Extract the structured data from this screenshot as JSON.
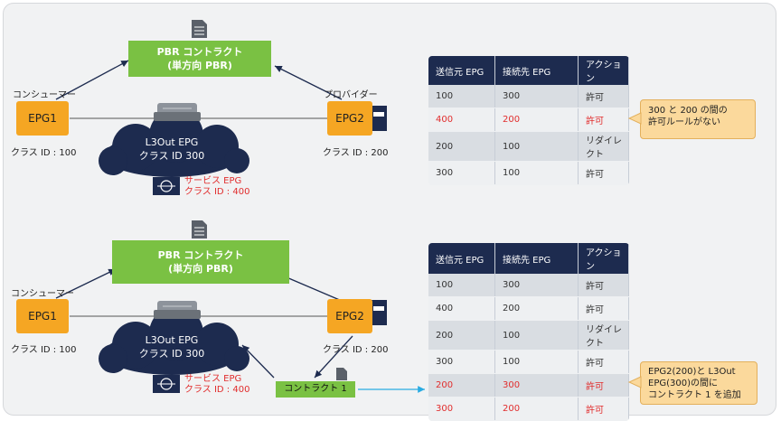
{
  "top": {
    "contract": {
      "line1": "PBR コントラクト",
      "line2": "(単方向 PBR)"
    },
    "consumer_label": "コンシューマー",
    "provider_label": "プロバイダー",
    "epg1": "EPG1",
    "epg2": "EPG2",
    "epg1_class": "クラス ID : 100",
    "epg2_class": "クラス ID : 200",
    "cloud": {
      "line1": "L3Out EPG",
      "line2": "クラス ID 300"
    },
    "service": {
      "line1": "サービス EPG",
      "line2": "クラス ID : 400"
    },
    "table": {
      "headers": [
        "送信元 EPG",
        "接続先 EPG",
        "アクション"
      ],
      "rows": [
        {
          "src": "100",
          "dst": "300",
          "action": "許可",
          "highlight": false
        },
        {
          "src": "400",
          "dst": "200",
          "action": "許可",
          "highlight": true
        },
        {
          "src": "200",
          "dst": "100",
          "action": "リダイレクト",
          "highlight": false
        },
        {
          "src": "300",
          "dst": "100",
          "action": "許可",
          "highlight": false
        }
      ]
    },
    "note": {
      "line1": "300 と 200 の間の",
      "line2": "許可ルールがない"
    }
  },
  "bottom": {
    "contract": {
      "line1": "PBR コントラクト",
      "line2": "(単方向 PBR)"
    },
    "consumer_label": "コンシューマー",
    "epg1": "EPG1",
    "epg2": "EPG2",
    "epg1_class": "クラス ID : 100",
    "epg2_class": "クラス ID : 200",
    "cloud": {
      "line1": "L3Out EPG",
      "line2": "クラス ID 300"
    },
    "service": {
      "line1": "サービス EPG",
      "line2": "クラス ID : 400"
    },
    "contract1": "コントラクト 1",
    "table": {
      "headers": [
        "送信元 EPG",
        "接続先 EPG",
        "アクション"
      ],
      "rows": [
        {
          "src": "100",
          "dst": "300",
          "action": "許可",
          "highlight": false
        },
        {
          "src": "400",
          "dst": "200",
          "action": "許可",
          "highlight": false
        },
        {
          "src": "200",
          "dst": "100",
          "action": "リダイレクト",
          "highlight": false
        },
        {
          "src": "300",
          "dst": "100",
          "action": "許可",
          "highlight": false
        },
        {
          "src": "200",
          "dst": "300",
          "action": "許可",
          "highlight": true
        },
        {
          "src": "300",
          "dst": "200",
          "action": "許可",
          "highlight": true
        }
      ]
    },
    "note": {
      "line1": "EPG2(200)と L3Out",
      "line2": "EPG(300)の間に",
      "line3": "コントラクト 1 を追加"
    }
  },
  "colors": {
    "green": "#7ac143",
    "orange": "#f5a623",
    "navy": "#1d2b4f",
    "red": "#e12d2d",
    "note": "#fbd99c",
    "cyan": "#29abe2"
  }
}
